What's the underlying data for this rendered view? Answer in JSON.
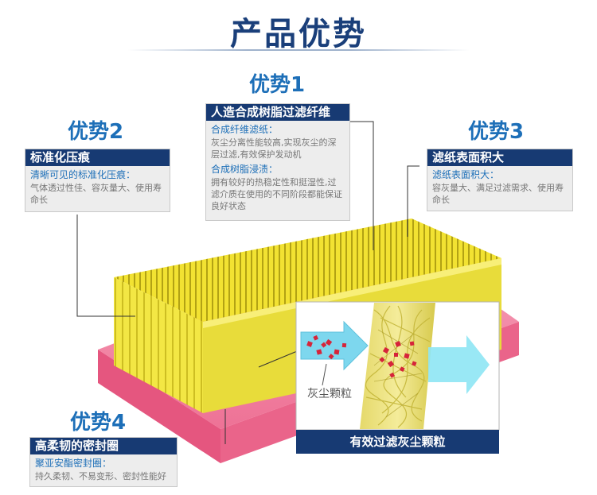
{
  "title": "产品优势",
  "advantages": [
    {
      "heading": "优势1",
      "box_title": "人造合成树脂过滤纤维",
      "sections": [
        {
          "subtitle": "合成纤维滤纸：",
          "text": "灰尘分离性能较高,实现灰尘的深层过滤,有效保护发动机"
        },
        {
          "subtitle": "合成树脂浸渍：",
          "text": "拥有较好的热稳定性和挺湿性,过滤介质在使用的不同阶段都能保证良好状态"
        }
      ]
    },
    {
      "heading": "优势2",
      "box_title": "标准化压痕",
      "sections": [
        {
          "subtitle": "清晰可见的标准化压痕：",
          "text": "气体透过性佳、容灰量大、使用寿命长"
        }
      ]
    },
    {
      "heading": "优势3",
      "box_title": "滤纸表面积大",
      "sections": [
        {
          "subtitle": "滤纸表面积大：",
          "text": "容灰量大、满足过滤需求、使用寿命长"
        }
      ]
    },
    {
      "heading": "优势4",
      "box_title": "高柔韧的密封圈",
      "sections": [
        {
          "subtitle": "聚亚安酯密封圈：",
          "text": "持久柔韧、不易变形、密封性能好"
        }
      ]
    }
  ],
  "inset": {
    "particle_label": "灰尘颗粒",
    "caption": "有效过滤灰尘颗粒"
  },
  "colors": {
    "title": "#1a3f7a",
    "heading": "#1d6fb8",
    "box_header": "#173a73",
    "filter_yellow": "#f2e232",
    "seal_pink": "#ef6f94",
    "dust_red": "#d6243a",
    "arrow_cyan": "#79d9ee"
  }
}
